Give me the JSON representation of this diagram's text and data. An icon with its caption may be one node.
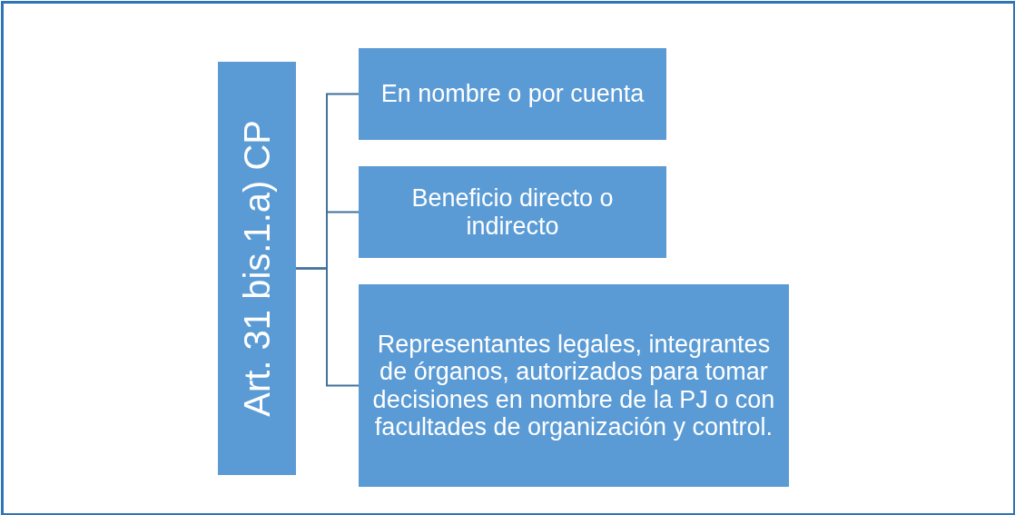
{
  "diagram": {
    "nodes": [
      {
        "text": [
          "Art. 31 bis.1.a) CP"
        ]
      },
      {
        "text": [
          "En nombre o por cuenta"
        ]
      },
      {
        "text": [
          "Beneficio directo o indirecto"
        ]
      },
      {
        "text": [
          "Representantes legales, integrantes de órganos, autorizados para tomar decisiones en nombre de la PJ o con facultades de organización y control."
        ]
      }
    ],
    "edges": [
      {
        "from": 0,
        "to": 1,
        "arrow": "none"
      },
      {
        "from": 0,
        "to": 2,
        "arrow": "none"
      },
      {
        "from": 0,
        "to": 3,
        "arrow": "none"
      }
    ]
  }
}
